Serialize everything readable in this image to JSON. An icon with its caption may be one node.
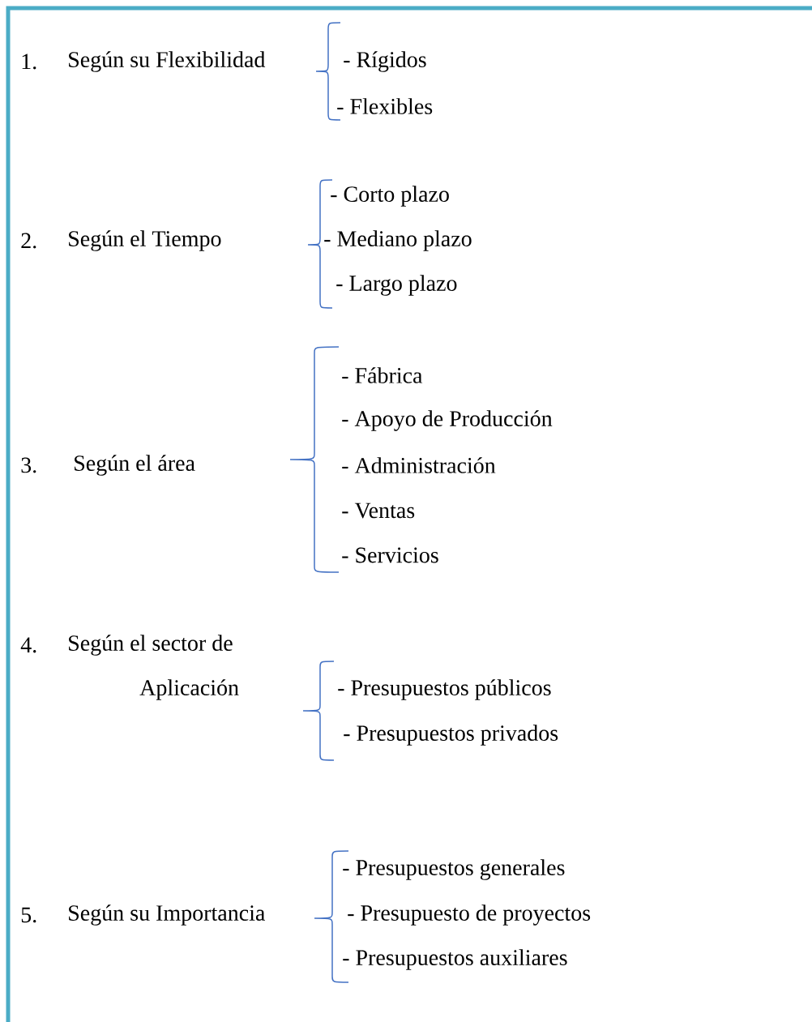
{
  "diagram": {
    "labels": [
      "1.",
      "Según su Flexibilidad",
      "- Rígidos",
      "- Flexibles",
      "2.",
      "Según el Tiempo",
      "- Corto plazo",
      "- Mediano plazo",
      "- Largo plazo",
      "3.",
      " Según el área",
      "-  Fábrica",
      "-  Apoyo de Producción",
      "-  Administración",
      "-  Ventas",
      "-  Servicios",
      "4.",
      "Según el sector de",
      "Aplicación",
      "- Presupuestos públicos",
      "- Presupuestos privados",
      "5.",
      "Según su Importancia",
      "-  Presupuestos generales",
      "-  Presupuesto  de proyectos",
      "-  Presupuestos auxiliares"
    ]
  }
}
